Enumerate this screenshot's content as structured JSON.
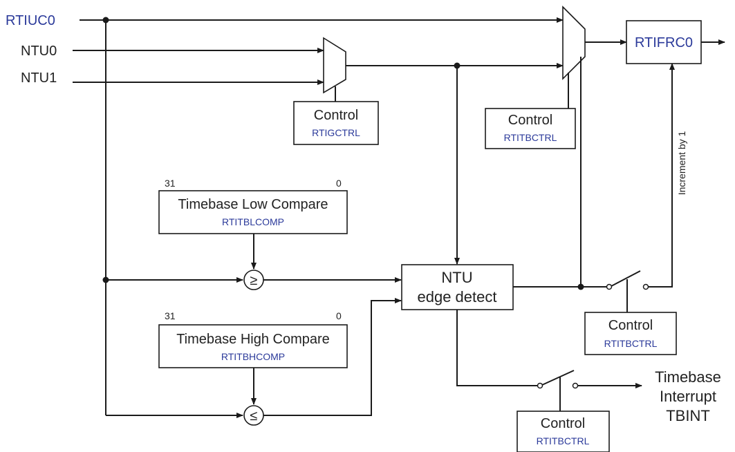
{
  "inputs": {
    "rtiuc0": "RTIUC0",
    "ntu0": "NTU0",
    "ntu1": "NTU1"
  },
  "blocks": {
    "rtifrc0": "RTIFRC0",
    "control_mux1_title": "Control",
    "control_mux1_reg": "RTIGCTRL",
    "control_mux2_title": "Control",
    "control_mux2_reg": "RTITBCTRL",
    "low_compare_title": "Timebase Low Compare",
    "low_compare_reg": "RTITBLCOMP",
    "low_compare_msb": "31",
    "low_compare_lsb": "0",
    "high_compare_title": "Timebase High Compare",
    "high_compare_reg": "RTITBHCOMP",
    "high_compare_msb": "31",
    "high_compare_lsb": "0",
    "ntu_edge_line1": "NTU",
    "ntu_edge_line2": "edge detect",
    "control_switch1_title": "Control",
    "control_switch1_reg": "RTITBCTRL",
    "control_switch2_title": "Control",
    "control_switch2_reg": "RTITBCTRL",
    "increment_label": "Increment by 1"
  },
  "comparators": {
    "ge": "≥",
    "le": "≤"
  },
  "output": {
    "line1": "Timebase",
    "line2": "Interrupt",
    "line3": "TBINT"
  },
  "colors": {
    "register_text": "#2b3a9a",
    "line": "#1a1a1a"
  }
}
